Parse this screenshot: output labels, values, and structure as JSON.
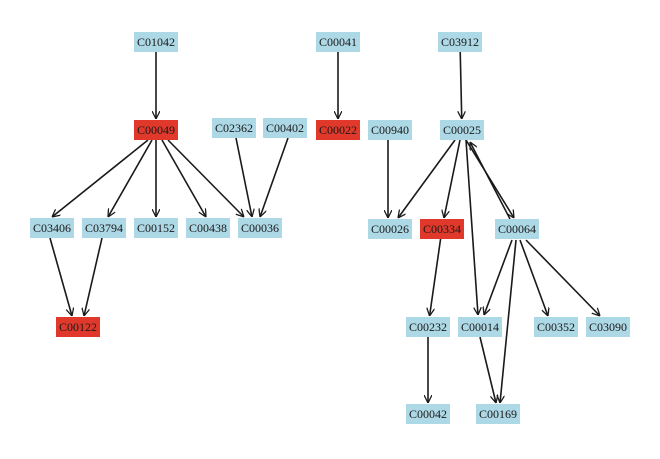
{
  "colors": {
    "default_node": "#add8e6",
    "highlight_node": "#e0392b",
    "edge": "#1a1a1a"
  },
  "nodes": [
    {
      "id": "C01042",
      "label": "C01042",
      "highlighted": false
    },
    {
      "id": "C00041",
      "label": "C00041",
      "highlighted": false
    },
    {
      "id": "C03912",
      "label": "C03912",
      "highlighted": false
    },
    {
      "id": "C00049",
      "label": "C00049",
      "highlighted": true
    },
    {
      "id": "C02362",
      "label": "C02362",
      "highlighted": false
    },
    {
      "id": "C00402",
      "label": "C00402",
      "highlighted": false
    },
    {
      "id": "C00022",
      "label": "C00022",
      "highlighted": true
    },
    {
      "id": "C00940",
      "label": "C00940",
      "highlighted": false
    },
    {
      "id": "C00025",
      "label": "C00025",
      "highlighted": false
    },
    {
      "id": "C03406",
      "label": "C03406",
      "highlighted": false
    },
    {
      "id": "C03794",
      "label": "C03794",
      "highlighted": false
    },
    {
      "id": "C00152",
      "label": "C00152",
      "highlighted": false
    },
    {
      "id": "C00438",
      "label": "C00438",
      "highlighted": false
    },
    {
      "id": "C00036",
      "label": "C00036",
      "highlighted": false
    },
    {
      "id": "C00026",
      "label": "C00026",
      "highlighted": false
    },
    {
      "id": "C00334",
      "label": "C00334",
      "highlighted": true
    },
    {
      "id": "C00064",
      "label": "C00064",
      "highlighted": false
    },
    {
      "id": "C00122",
      "label": "C00122",
      "highlighted": true
    },
    {
      "id": "C00232",
      "label": "C00232",
      "highlighted": false
    },
    {
      "id": "C00014",
      "label": "C00014",
      "highlighted": false
    },
    {
      "id": "C00352",
      "label": "C00352",
      "highlighted": false
    },
    {
      "id": "C03090",
      "label": "C03090",
      "highlighted": false
    },
    {
      "id": "C00042",
      "label": "C00042",
      "highlighted": false
    },
    {
      "id": "C00169",
      "label": "C00169",
      "highlighted": false
    }
  ],
  "edges": [
    {
      "from": "C01042",
      "to": "C00049"
    },
    {
      "from": "C00041",
      "to": "C00022"
    },
    {
      "from": "C03912",
      "to": "C00025"
    },
    {
      "from": "C00049",
      "to": "C03406"
    },
    {
      "from": "C00049",
      "to": "C03794"
    },
    {
      "from": "C00049",
      "to": "C00152"
    },
    {
      "from": "C00049",
      "to": "C00438"
    },
    {
      "from": "C00049",
      "to": "C00036"
    },
    {
      "from": "C02362",
      "to": "C00036"
    },
    {
      "from": "C00402",
      "to": "C00036"
    },
    {
      "from": "C00940",
      "to": "C00026"
    },
    {
      "from": "C00025",
      "to": "C00026"
    },
    {
      "from": "C00025",
      "to": "C00334"
    },
    {
      "from": "C00025",
      "to": "C00064"
    },
    {
      "from": "C00064",
      "to": "C00025"
    },
    {
      "from": "C00025",
      "to": "C00014"
    },
    {
      "from": "C03406",
      "to": "C00122"
    },
    {
      "from": "C03794",
      "to": "C00122"
    },
    {
      "from": "C00334",
      "to": "C00232"
    },
    {
      "from": "C00232",
      "to": "C00042"
    },
    {
      "from": "C00064",
      "to": "C00014"
    },
    {
      "from": "C00064",
      "to": "C00169"
    },
    {
      "from": "C00064",
      "to": "C00352"
    },
    {
      "from": "C00064",
      "to": "C03090"
    },
    {
      "from": "C00014",
      "to": "C00169"
    }
  ]
}
